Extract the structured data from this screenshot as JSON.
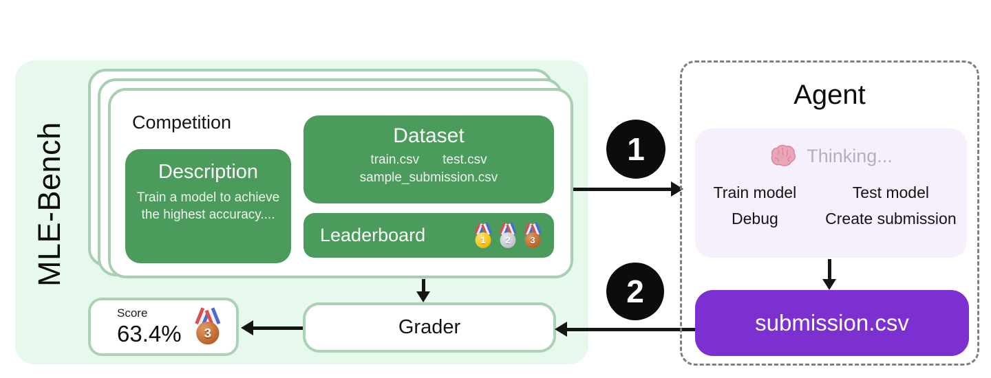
{
  "colors": {
    "bench_bg": "#e7f8ed",
    "card_border": "#a9cfb3",
    "box_green": "#4a9b5c",
    "agent_panel_bg": "#f5f0fb",
    "submission_purple": "#7c30d0",
    "dashed_border": "#7f7f7f",
    "arrow_black": "#151515"
  },
  "bench": {
    "label": "MLE-Bench",
    "competition": {
      "title": "Competition",
      "description": {
        "title": "Description",
        "body": "Train a model to achieve the highest accuracy...."
      },
      "dataset": {
        "title": "Dataset",
        "file_1": "train.csv",
        "file_2": "test.csv",
        "file_3": "sample_submission.csv"
      },
      "leaderboard": {
        "title": "Leaderboard",
        "medals": [
          {
            "icon": "gold-medal",
            "rank": "1"
          },
          {
            "icon": "silver-medal",
            "rank": "2"
          },
          {
            "icon": "bronze-medal",
            "rank": "3"
          }
        ]
      }
    },
    "grader": {
      "label": "Grader"
    },
    "score": {
      "label": "Score",
      "value": "63.4%",
      "medal": {
        "icon": "bronze-medal",
        "rank": "3"
      }
    }
  },
  "agent": {
    "title": "Agent",
    "panel": {
      "status": "Thinking...",
      "actions": [
        "Train model",
        "Test model",
        "Debug",
        "Create submission"
      ]
    },
    "submission_label": "submission.csv"
  },
  "steps": {
    "step1": "1",
    "step2": "2"
  }
}
